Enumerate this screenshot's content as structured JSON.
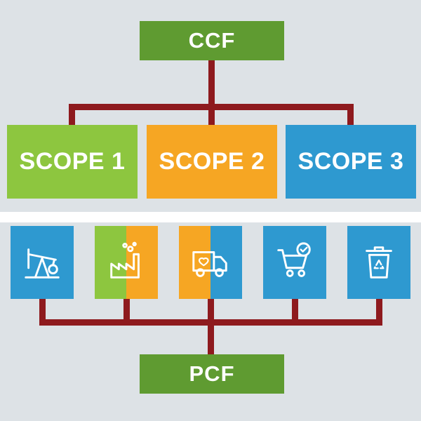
{
  "colors": {
    "background": "#dde2e6",
    "divider": "#ffffff",
    "root_green": "#5f9b31",
    "light_green": "#8dc63f",
    "orange": "#f6a623",
    "blue": "#2e99d0",
    "connector_red": "#8e1a1e",
    "text": "#ffffff"
  },
  "ccf_tree": {
    "root_label": "CCF",
    "scopes": [
      {
        "label": "SCOPE 1",
        "color": "#8dc63f"
      },
      {
        "label": "SCOPE 2",
        "color": "#f6a623"
      },
      {
        "label": "SCOPE 3",
        "color": "#2e99d0"
      }
    ]
  },
  "pcf_tree": {
    "root_label": "PCF",
    "icons": [
      {
        "name": "oil-pumpjack-icon",
        "colors": [
          "#2e99d0"
        ]
      },
      {
        "name": "factory-icon",
        "colors": [
          "#8dc63f",
          "#f6a623"
        ]
      },
      {
        "name": "delivery-truck-heart-icon",
        "colors": [
          "#f6a623",
          "#2e99d0"
        ]
      },
      {
        "name": "shopping-cart-check-icon",
        "colors": [
          "#2e99d0"
        ]
      },
      {
        "name": "recycling-bin-icon",
        "colors": [
          "#2e99d0"
        ]
      }
    ]
  }
}
